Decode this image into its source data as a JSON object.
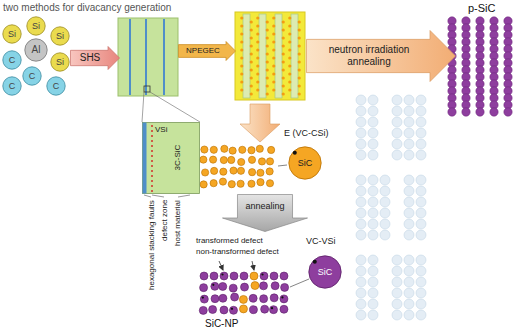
{
  "diagram": {
    "title": "two methods for divacancy generation",
    "nodes": [
      {
        "text": [
          "Si"
        ]
      },
      {
        "text": [
          "Si"
        ]
      },
      {
        "text": [
          "Si"
        ]
      },
      {
        "text": [
          "Al"
        ]
      },
      {
        "text": [
          "C"
        ]
      },
      {
        "text": [
          "Si"
        ]
      },
      {
        "text": [
          "C"
        ]
      },
      {
        "text": [
          "C"
        ]
      },
      {
        "text": [
          "C"
        ]
      },
      {
        "text": [
          "SHS"
        ]
      },
      {
        "text": [
          "NPEGEC"
        ]
      },
      {
        "text": [
          "neutron irradiation annealing"
        ]
      },
      {
        "text": [
          "3C-SiC"
        ]
      },
      {
        "text": [
          "SiC"
        ]
      },
      {
        "text": [
          "annealing"
        ]
      },
      {
        "text": [
          "SiC"
        ]
      }
    ],
    "labels": [
      "p-SiC",
      "VSi",
      "hexagonal stacking faults",
      "defect zone",
      "host material",
      "E (VC-CSi)",
      "VC-VSi",
      "transformed defect",
      "non-transformed defect",
      "SiC-NP"
    ]
  }
}
